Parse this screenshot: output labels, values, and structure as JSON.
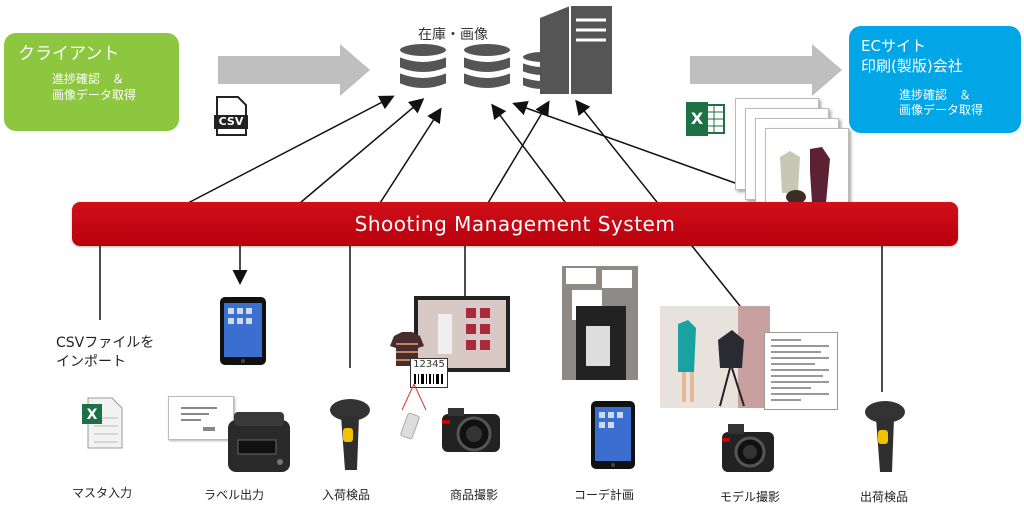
{
  "client": {
    "title": "クライアント",
    "line1": "進捗確認　＆",
    "line2": "画像データ取得"
  },
  "ec": {
    "title_line1": "ECサイト",
    "title_line2": "印刷(製版)会社",
    "line1": "進捗確認　＆",
    "line2": "画像データ取得"
  },
  "center": {
    "title": "在庫・画像"
  },
  "system": {
    "title": "Shooting Management System"
  },
  "csv_icon_label": "CSV",
  "excel_icon_label": "X",
  "csv_import": {
    "line1": "CSVファイルを",
    "line2": "インポート"
  },
  "barcode_tag": "12345",
  "stations": [
    {
      "label": "マスタ入力"
    },
    {
      "label": "ラベル出力"
    },
    {
      "label": "入荷検品"
    },
    {
      "label": "商品撮影"
    },
    {
      "label": "コーデ計画"
    },
    {
      "label": "モデル撮影"
    },
    {
      "label": "出荷検品"
    }
  ],
  "colors": {
    "client": "#8dc63f",
    "ec": "#00a6e6",
    "system_bar": "#c4000f",
    "arrow_gray": "#bfbfbf",
    "server": "#555555"
  }
}
